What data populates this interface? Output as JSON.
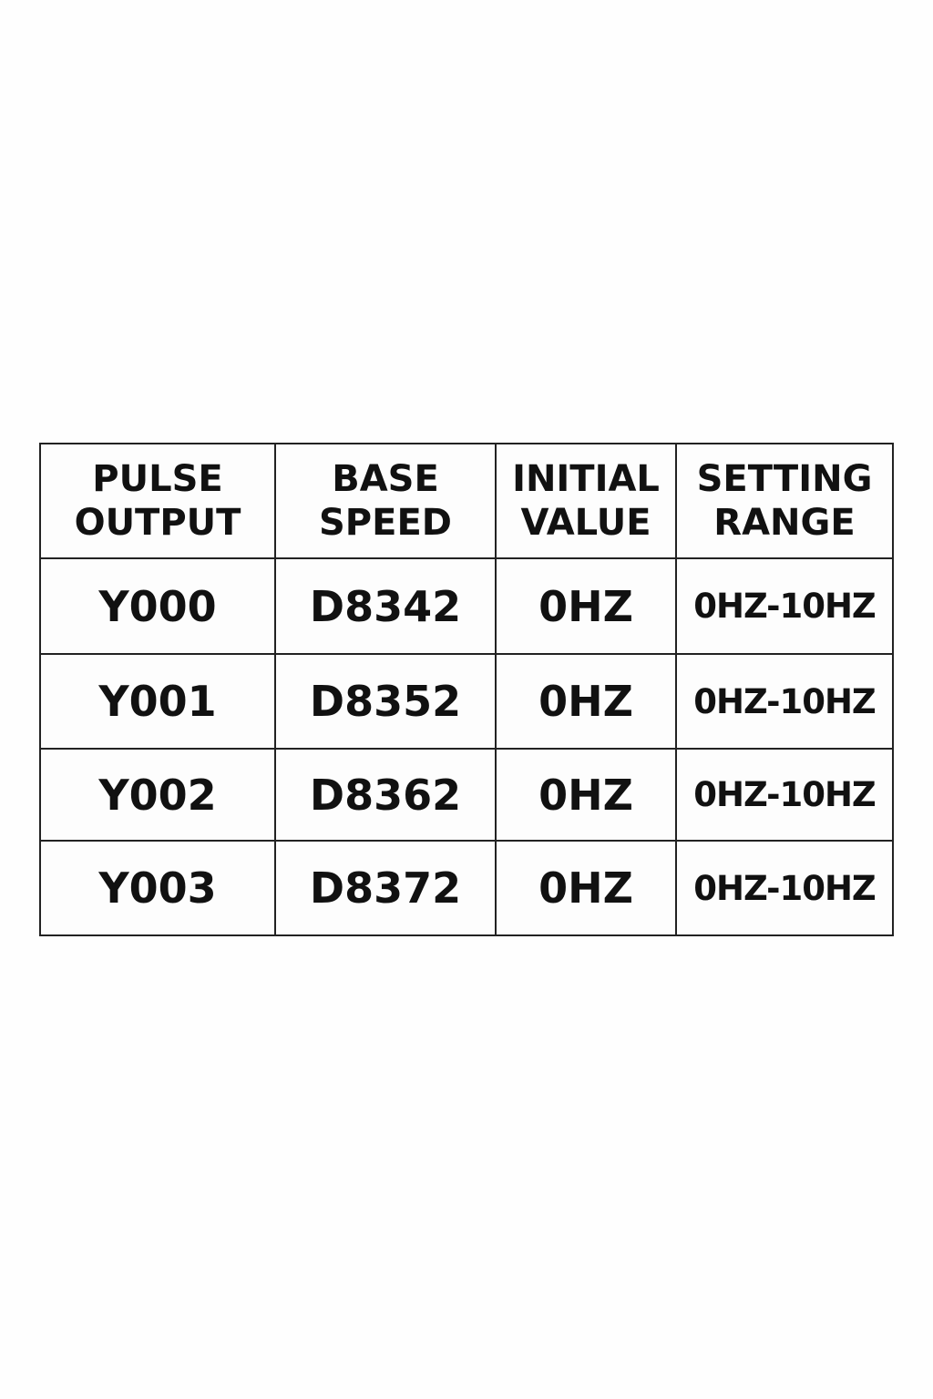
{
  "table": {
    "headers": [
      {
        "line1": "PULSE",
        "line2": "OUTPUT"
      },
      {
        "line1": "BASE",
        "line2": "SPEED"
      },
      {
        "line1": "INITIAL",
        "line2": "VALUE"
      },
      {
        "line1": "SETTING",
        "line2": "RANGE"
      }
    ],
    "rows": [
      {
        "pulse_output": "Y000",
        "base_speed": "D8342",
        "initial_value": "0HZ",
        "setting_range": "0HZ-10HZ"
      },
      {
        "pulse_output": "Y001",
        "base_speed": "D8352",
        "initial_value": "0HZ",
        "setting_range": "0HZ-10HZ"
      },
      {
        "pulse_output": "Y002",
        "base_speed": "D8362",
        "initial_value": "0HZ",
        "setting_range": "0HZ-10HZ"
      },
      {
        "pulse_output": "Y003",
        "base_speed": "D8372",
        "initial_value": "0HZ",
        "setting_range": "0HZ-10HZ"
      }
    ]
  },
  "colors": {
    "background": "#fefefe",
    "border": "#222222",
    "text": "#111111"
  }
}
